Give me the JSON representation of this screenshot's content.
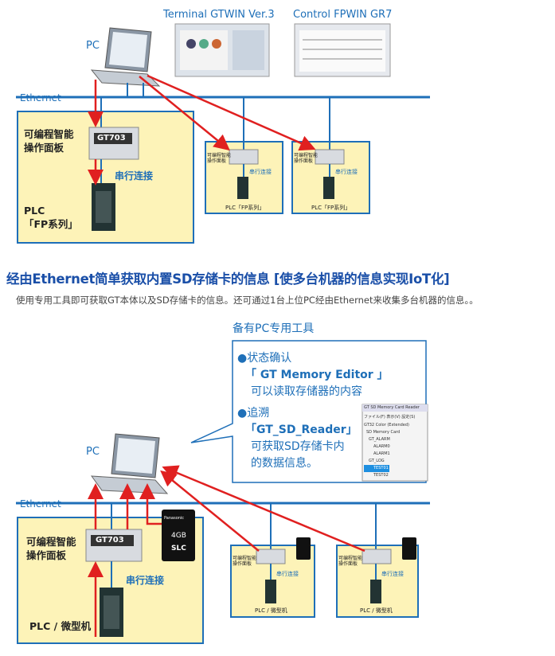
{
  "top": {
    "software1": "Terminal GTWIN Ver.3",
    "software2": "Control FPWIN GR7",
    "pc": "PC",
    "ethernet": "Ethernet",
    "panel_label": "可编程智能\n操作面板",
    "panel_model": "GT703",
    "serial": "串行连接",
    "plc_label": "PLC\n「FP系列」",
    "small_panel": "可编程智能\n操作面板",
    "small_serial": "串行连接",
    "small_plc": "PLC「FP系列」"
  },
  "heading": "经由Ethernet简单获取内置SD存储卡的信息 [使多台机器的信息实现IoT化]",
  "description": "使用专用工具即可获取GT本体以及SD存储卡的信息。还可通过1台上位PC经由Ethernet来收集多台机器的信息。。",
  "bottom": {
    "tools_title": "备有PC专用工具",
    "item1_title": "●状态确认",
    "item1_tool": "「 GT Memory Editor 」",
    "item1_desc": "可以读取存储器的内容",
    "item2_title": "●追溯",
    "item2_tool": "「GT_SD_Reader」",
    "item2_desc": "可获取SD存储卡内\n的数据信息。",
    "reader_window": {
      "title": "GT SD Memory Card Reader",
      "menu": "ファイル(F)  表示(V)  設定(S)",
      "tree": [
        "GT32 Color (Extended)",
        "SD Memory Card",
        "GT_ALARM",
        "ALARM0",
        "ALARM1",
        "GT_LOG",
        "TEST01",
        "TEST02"
      ]
    },
    "pc": "PC",
    "ethernet": "Ethernet",
    "panel_label": "可编程智能\n操作面板",
    "panel_model": "GT703",
    "serial": "串行连接",
    "plc_label": "PLC / 微型机",
    "small_panel": "可编程智能\n操作面板",
    "small_serial": "串行连接",
    "small_plc": "PLC / 微型机",
    "sd_card": {
      "brand": "Panasonic",
      "capacity": "4GB",
      "type": "SLC"
    }
  },
  "colors": {
    "accent": "#1e6fb8",
    "heading": "#1a4fa8",
    "box_fill": "#fdf3b8",
    "arrow": "#e02020"
  }
}
